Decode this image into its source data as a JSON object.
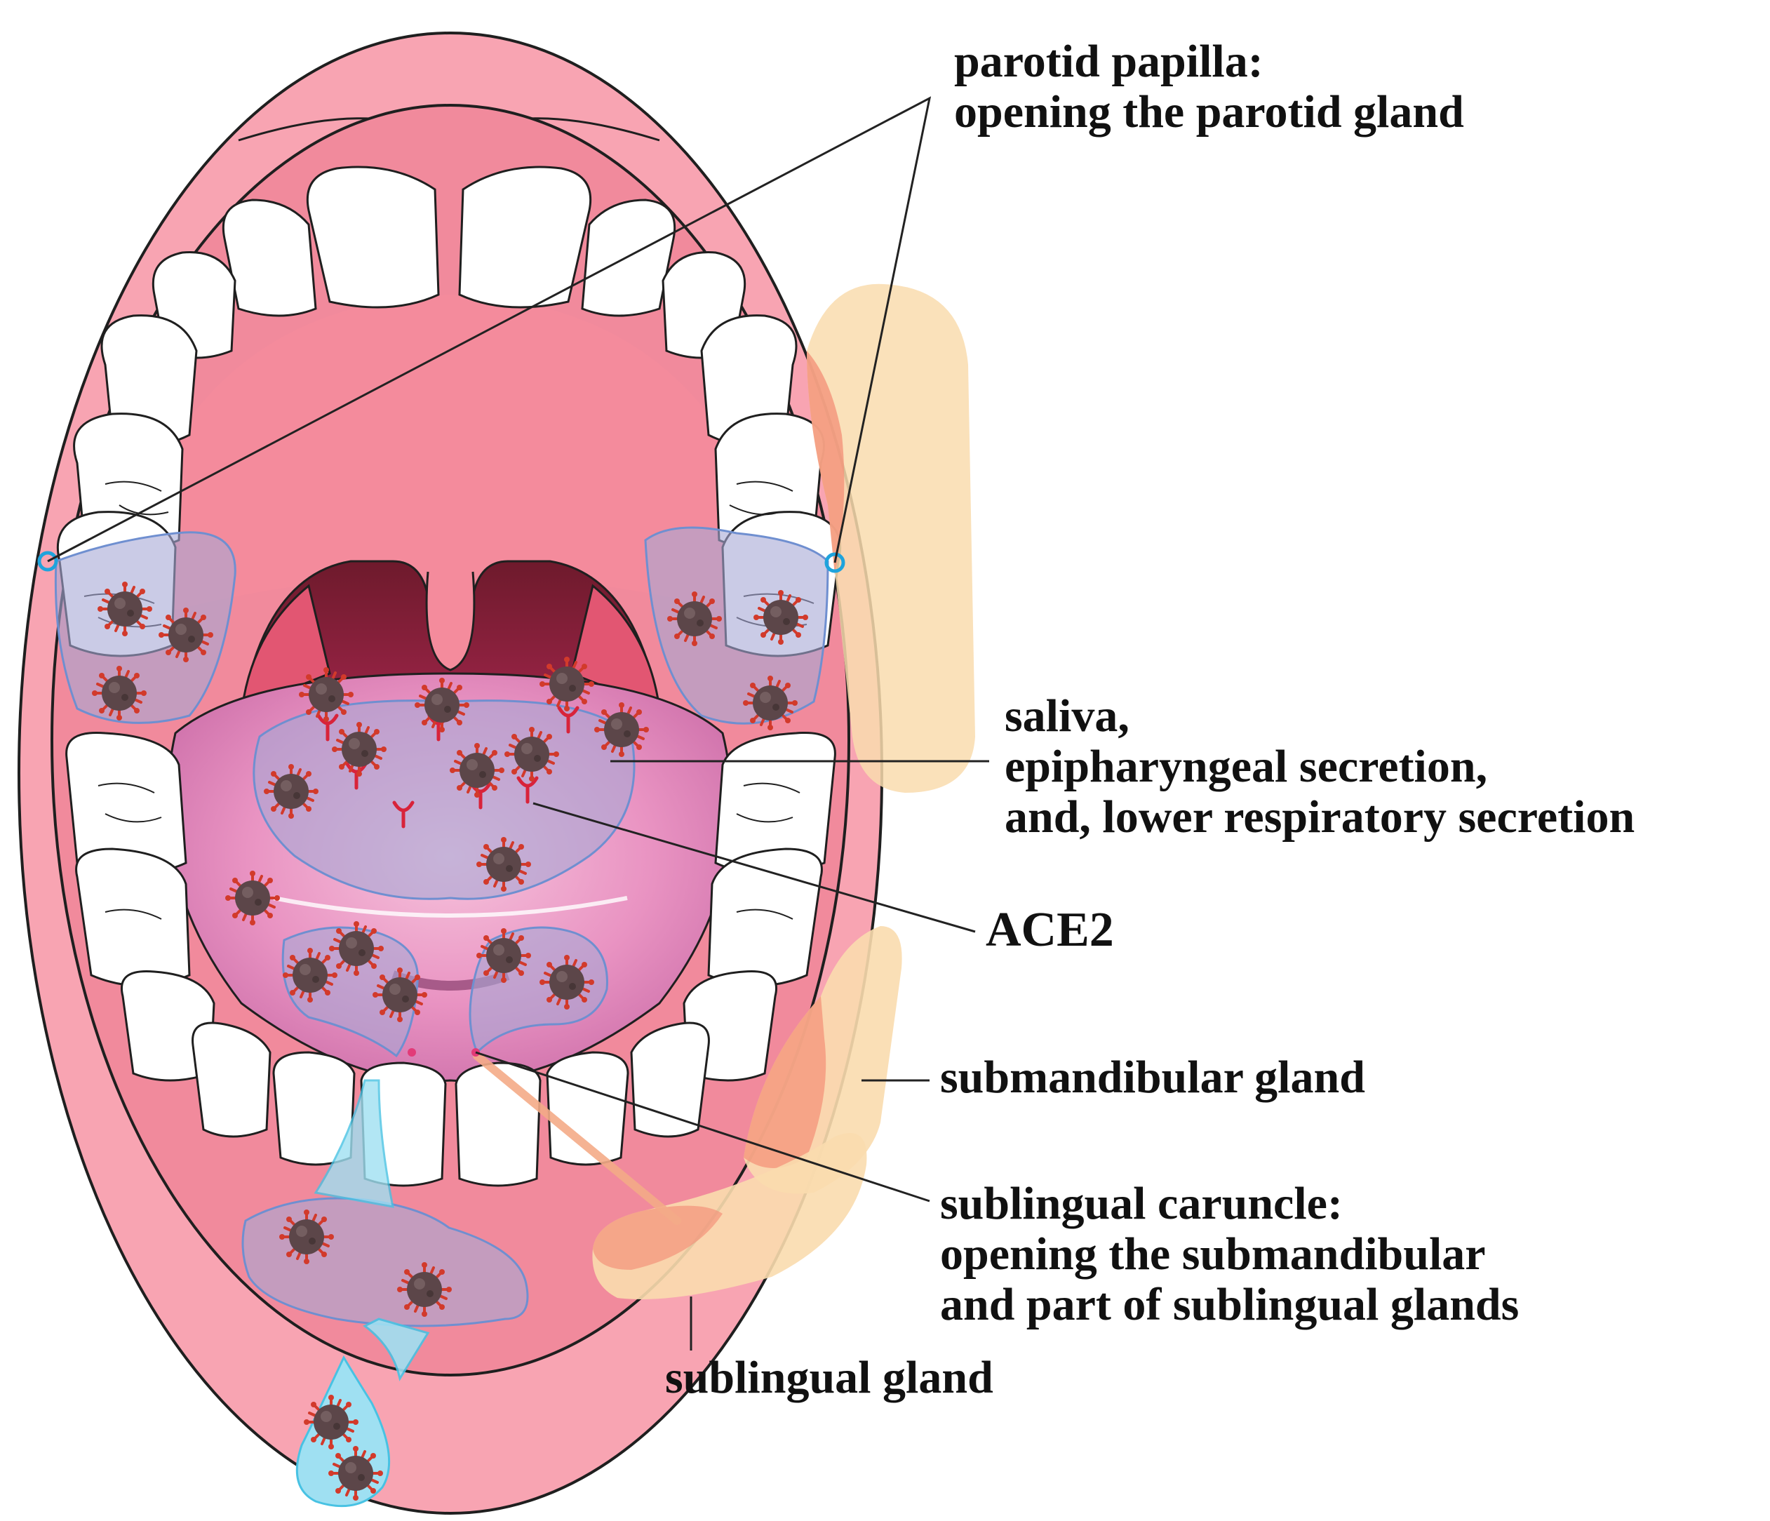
{
  "colors": {
    "lip": "#f8a4b2",
    "oral_cavity": "#f2899b",
    "palate": "#f58c9d",
    "throat_dark": "#8e1e3a",
    "tonsil": "#e4586e",
    "tongue": "#e98fbf",
    "tooth": "#ffffff",
    "gland": "#f9dcae",
    "gland_overlap": "#f4937a",
    "secretion_pool": "#a8a9d6",
    "saliva_drop": "#9fe0f2",
    "duct_opening": "#1fa3dc",
    "virus_body": "#5a4548",
    "virus_spike": "#d23a2b",
    "receptor": "#d8233a",
    "leader_line": "#222222"
  },
  "icons": [
    "virus-icon",
    "ace2-receptor-icon",
    "duct-opening-icon",
    "saliva-droplet-icon",
    "tooth-icon"
  ],
  "labels": {
    "parotid": {
      "line1": "parotid papilla:",
      "line2": "opening the parotid gland"
    },
    "saliva": {
      "line1": "saliva,",
      "line2": "epipharyngeal secretion,",
      "line3": "and, lower respiratory secretion"
    },
    "ace2": "ACE2",
    "submandibular": "submandibular gland",
    "caruncle": {
      "line1": "sublingual caruncle:",
      "line2": "opening the submandibular",
      "line3": "and part of sublingual glands"
    },
    "sublingual": "sublingual gland"
  }
}
